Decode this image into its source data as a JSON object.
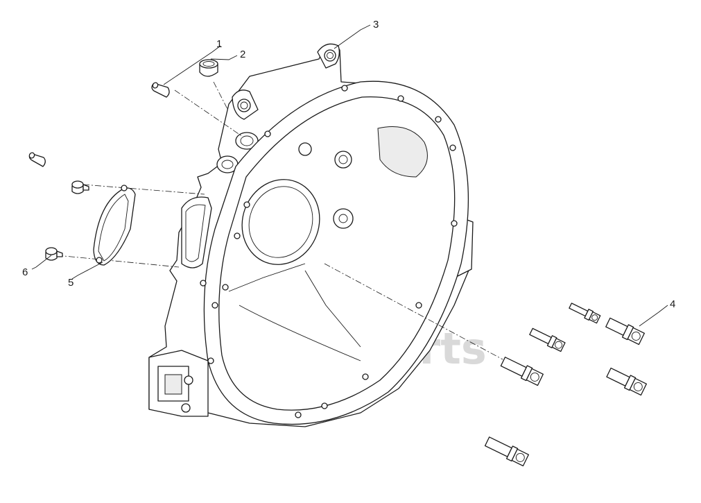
{
  "watermark": {
    "text": "data-parts"
  },
  "callouts": [
    {
      "label": "1"
    },
    {
      "label": "2"
    },
    {
      "label": "3"
    },
    {
      "label": "4"
    },
    {
      "label": "5"
    },
    {
      "label": "6"
    }
  ]
}
